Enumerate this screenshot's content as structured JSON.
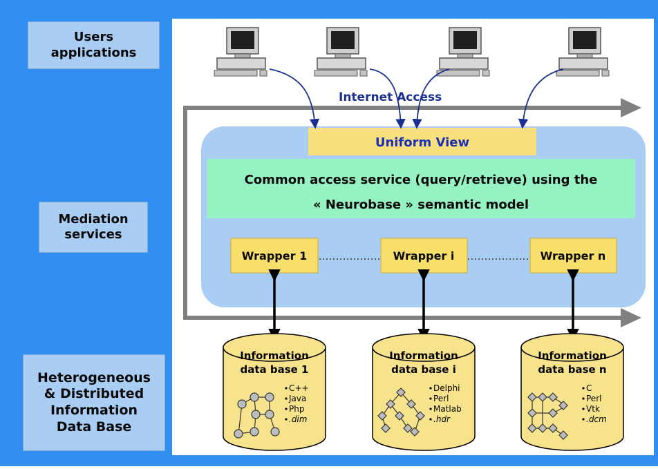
{
  "left_labels": {
    "users": [
      "Users",
      "applications"
    ],
    "mediation": [
      "Mediation",
      "services"
    ],
    "heterogeneous": [
      "Heterogeneous",
      "& Distributed",
      "Information",
      "Data Base"
    ]
  },
  "internet_access": "Internet Access",
  "uniform_view": "Uniform View",
  "common_service": [
    "Common access service (query/retrieve) using the",
    "« Neurobase » semantic model"
  ],
  "wrappers": [
    "Wrapper 1",
    "Wrapper i",
    "Wrapper n"
  ],
  "databases": [
    {
      "title": [
        "Information",
        "data base 1"
      ],
      "items": [
        "C++",
        "Java",
        "Php",
        ".dim"
      ]
    },
    {
      "title": [
        "Information",
        "data base i"
      ],
      "items": [
        "Delphi",
        "Perl",
        "Matlab",
        ".hdr"
      ]
    },
    {
      "title": [
        "Information",
        "data base n"
      ],
      "items": [
        "C",
        "Perl",
        "Vtk",
        ".dcm"
      ]
    }
  ],
  "colors": {
    "outer_frame": "#2f8ef0",
    "label_box": "#a9cdf3",
    "mediation_panel": "#a9cdf3",
    "uniform_view_box": "#f8e07e",
    "uniform_view_text": "#1b2fb0",
    "common_service_box": "#96f2c3",
    "wrapper_box": "#f8df6c",
    "database": "#f7e38c",
    "arrow_gray": "#808080",
    "internet_text": "#1b2f90"
  }
}
